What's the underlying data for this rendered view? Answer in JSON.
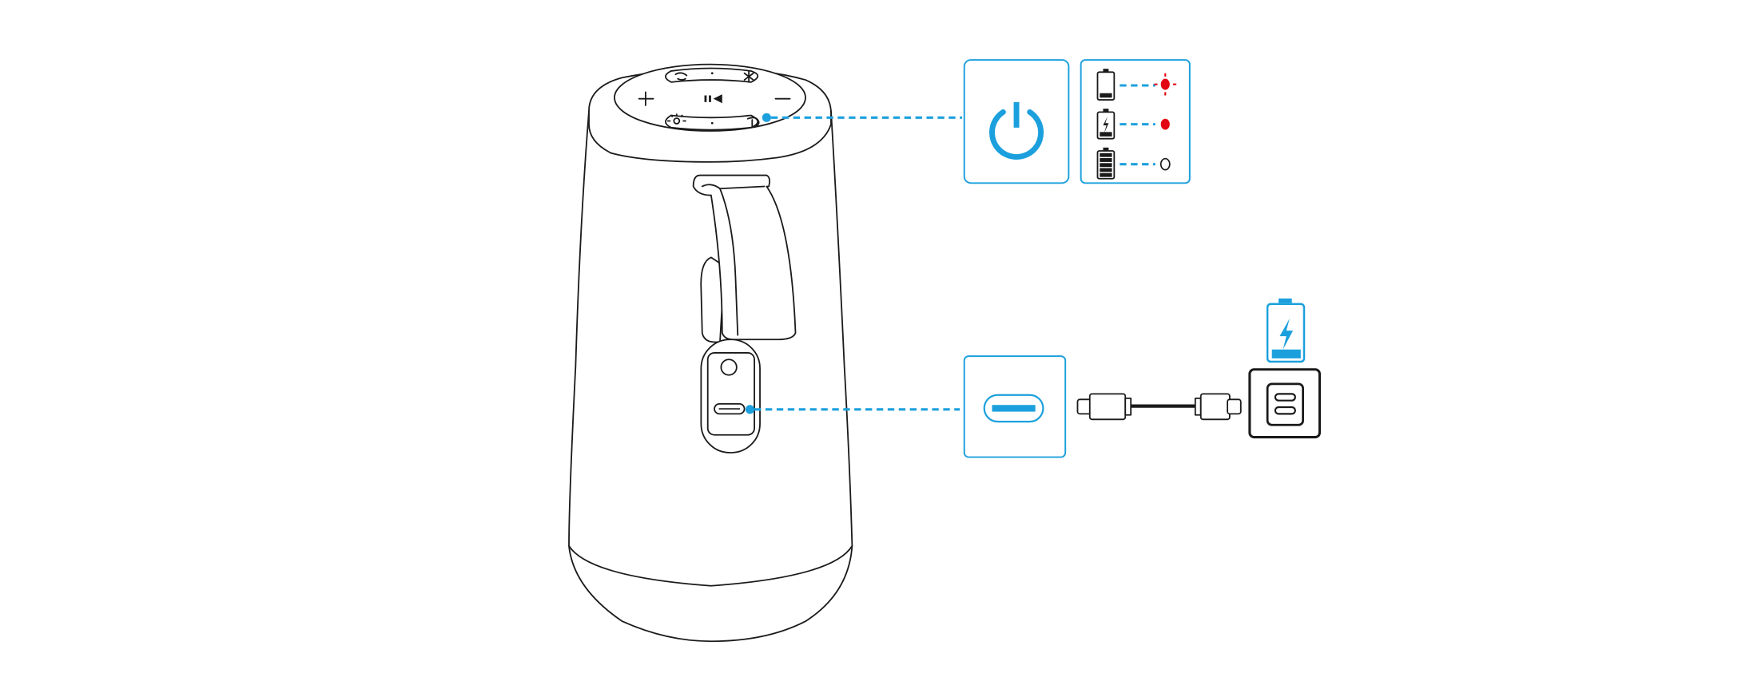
{
  "diagram": {
    "subject": "speaker-charging-and-power-indicator",
    "colors": {
      "accent": "#1ca0dd",
      "led_red": "#e30613",
      "line": "#1a1a1a"
    },
    "top_controls": [
      "volume-up-icon",
      "play-pause-icon",
      "volume-down-icon",
      "mode-icon",
      "bluetooth-icon",
      "light-icon",
      "power-icon"
    ],
    "power_callout": {
      "icon": "power-icon"
    },
    "battery_indicator": [
      {
        "battery_level": "low",
        "led": "red-flashing"
      },
      {
        "battery_level": "charging",
        "led": "red-solid"
      },
      {
        "battery_level": "full",
        "led": "off"
      }
    ],
    "charging_callout": {
      "port": "usb-c-port-icon",
      "cable": "usb-c-cable-icon",
      "adapter": "dual-usb-c-charger-icon",
      "status": "charging-battery-icon"
    }
  }
}
